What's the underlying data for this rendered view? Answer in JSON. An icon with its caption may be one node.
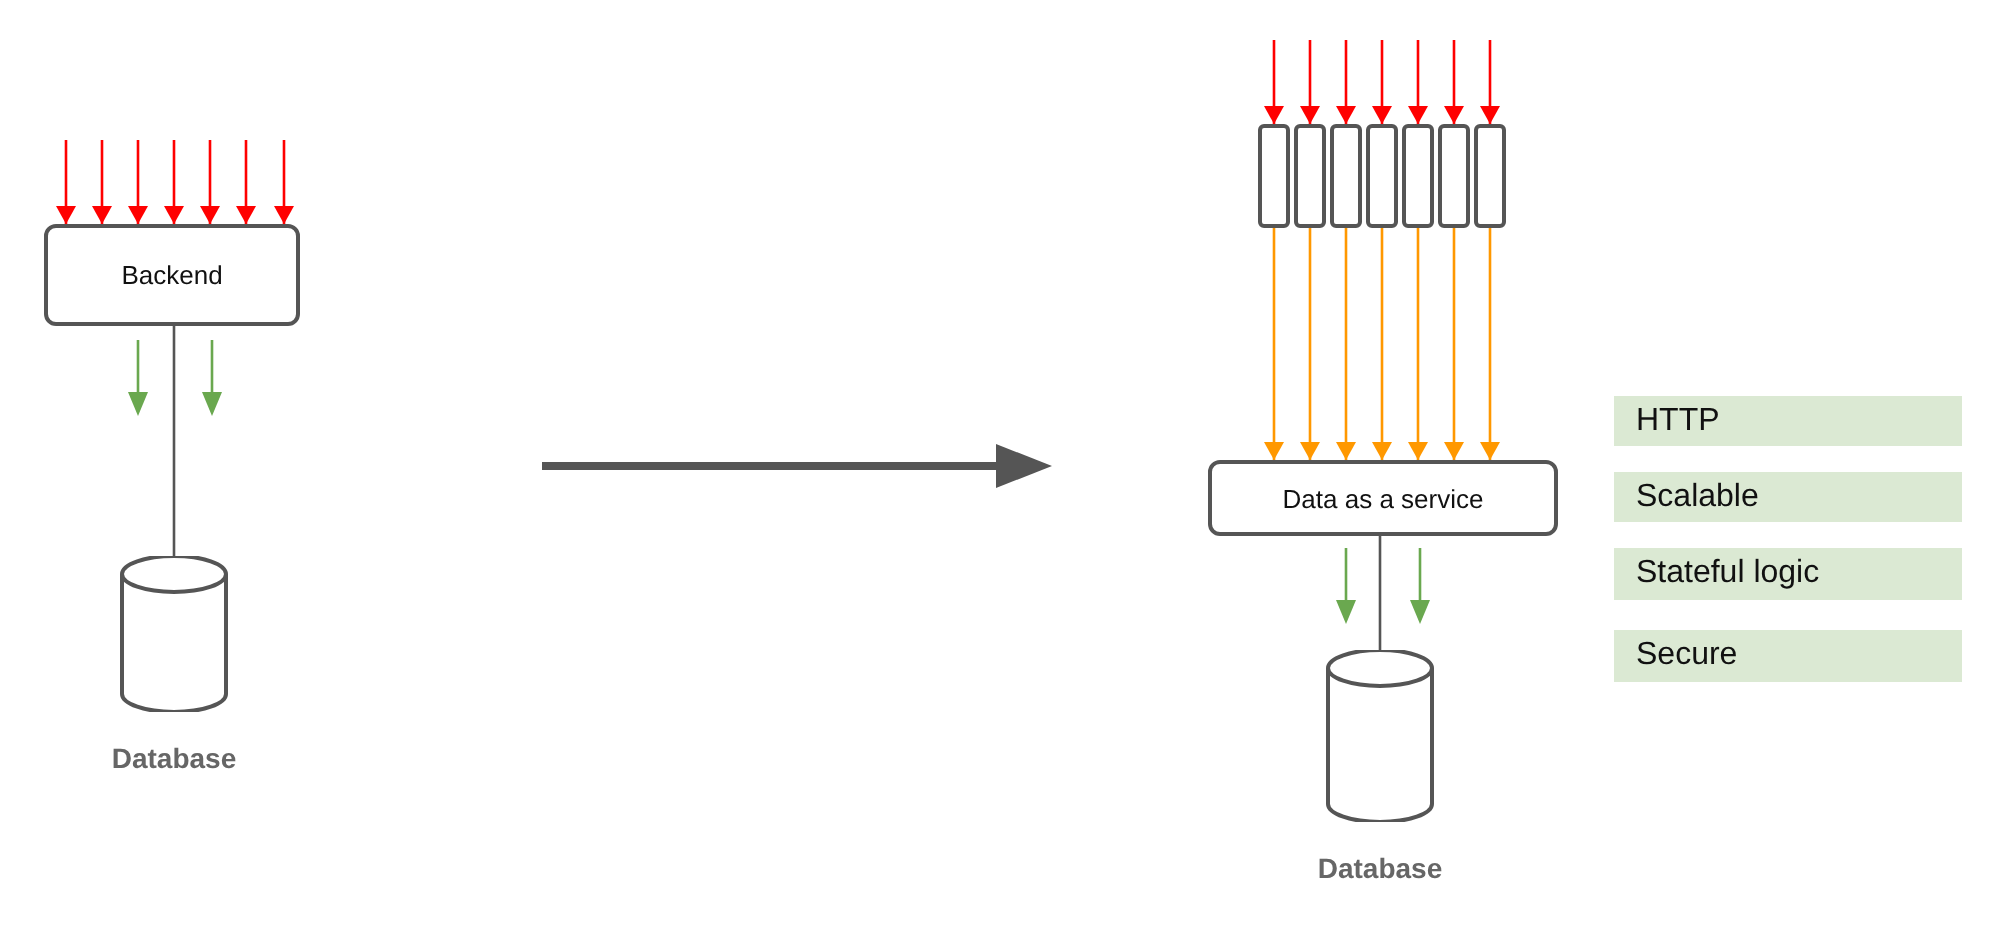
{
  "diagram": {
    "nodes": [
      {
        "text": [
          "Backend"
        ]
      },
      {
        "text": [],
        "shape": "cylinder",
        "beside": [
          "Database"
        ]
      },
      {
        "text": [],
        "shape": "box"
      },
      {
        "text": [],
        "shape": "box"
      },
      {
        "text": [],
        "shape": "box"
      },
      {
        "text": [],
        "shape": "box"
      },
      {
        "text": [],
        "shape": "box"
      },
      {
        "text": [],
        "shape": "box"
      },
      {
        "text": [],
        "shape": "box"
      },
      {
        "text": [
          "Data as a service"
        ]
      },
      {
        "text": [],
        "shape": "cylinder",
        "beside": [
          "Database"
        ]
      },
      {
        "text": [
          "HTTP"
        ]
      },
      {
        "text": [
          "Scalable"
        ]
      },
      {
        "text": [
          "Stateful logic"
        ]
      },
      {
        "text": [
          "Secure"
        ]
      }
    ],
    "edges": [
      {
        "from": null,
        "to": 0,
        "arrow": "to",
        "color": "#ff0000"
      },
      {
        "from": null,
        "to": 0,
        "arrow": "to",
        "color": "#ff0000"
      },
      {
        "from": null,
        "to": 0,
        "arrow": "to",
        "color": "#ff0000"
      },
      {
        "from": null,
        "to": 0,
        "arrow": "to",
        "color": "#ff0000"
      },
      {
        "from": null,
        "to": 0,
        "arrow": "to",
        "color": "#ff0000"
      },
      {
        "from": null,
        "to": 0,
        "arrow": "to",
        "color": "#ff0000"
      },
      {
        "from": null,
        "to": 0,
        "arrow": "to",
        "color": "#ff0000"
      },
      {
        "from": 0,
        "to": 1,
        "arrow": "none",
        "color": "#555555"
      },
      {
        "from": null,
        "to": 2,
        "arrow": "to",
        "color": "#ff0000"
      },
      {
        "from": null,
        "to": 3,
        "arrow": "to",
        "color": "#ff0000"
      },
      {
        "from": null,
        "to": 4,
        "arrow": "to",
        "color": "#ff0000"
      },
      {
        "from": null,
        "to": 5,
        "arrow": "to",
        "color": "#ff0000"
      },
      {
        "from": null,
        "to": 6,
        "arrow": "to",
        "color": "#ff0000"
      },
      {
        "from": null,
        "to": 7,
        "arrow": "to",
        "color": "#ff0000"
      },
      {
        "from": null,
        "to": 8,
        "arrow": "to",
        "color": "#ff0000"
      },
      {
        "from": 2,
        "to": 9,
        "arrow": "to",
        "color": "#ff9800"
      },
      {
        "from": 3,
        "to": 9,
        "arrow": "to",
        "color": "#ff9800"
      },
      {
        "from": 4,
        "to": 9,
        "arrow": "to",
        "color": "#ff9800"
      },
      {
        "from": 5,
        "to": 9,
        "arrow": "to",
        "color": "#ff9800"
      },
      {
        "from": 6,
        "to": 9,
        "arrow": "to",
        "color": "#ff9800"
      },
      {
        "from": 7,
        "to": 9,
        "arrow": "to",
        "color": "#ff9800"
      },
      {
        "from": 8,
        "to": 9,
        "arrow": "to",
        "color": "#ff9800"
      },
      {
        "from": 9,
        "to": 10,
        "arrow": "none",
        "color": "#555555"
      }
    ]
  }
}
